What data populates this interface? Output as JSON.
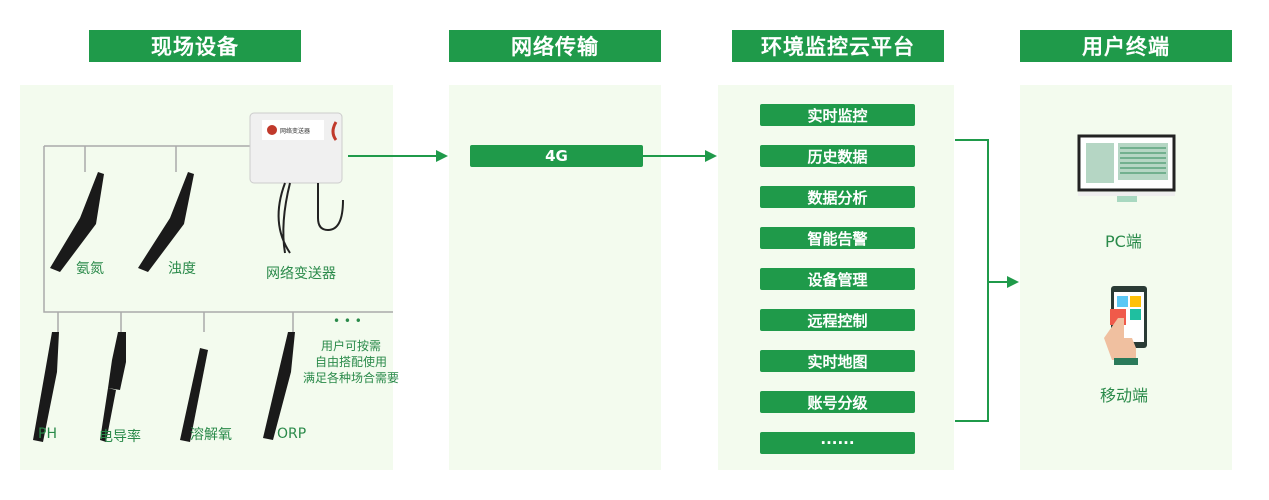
{
  "headers": [
    "现场设备",
    "网络传输",
    "环境监控云平台",
    "用户终端"
  ],
  "devices": {
    "top": [
      "氨氮",
      "浊度"
    ],
    "transmitter": "网络变送器",
    "transmitter_badge": "网络变送器",
    "bottom": [
      "PH",
      "电导率",
      "溶解氧",
      "ORP"
    ],
    "ellipsis": "• • •",
    "note": [
      "用户可按需",
      "自由搭配使用",
      "满足各种场合需要"
    ]
  },
  "network": {
    "label": "4G"
  },
  "platform": {
    "items": [
      "实时监控",
      "历史数据",
      "数据分析",
      "智能告警",
      "设备管理",
      "远程控制",
      "实时地图",
      "账号分级",
      "······"
    ]
  },
  "terminals": {
    "pc": "PC端",
    "mobile": "移动端"
  },
  "colors": {
    "accent": "#1f9a4a",
    "panel": "#f3fbee",
    "text": "#2a8a4a"
  }
}
